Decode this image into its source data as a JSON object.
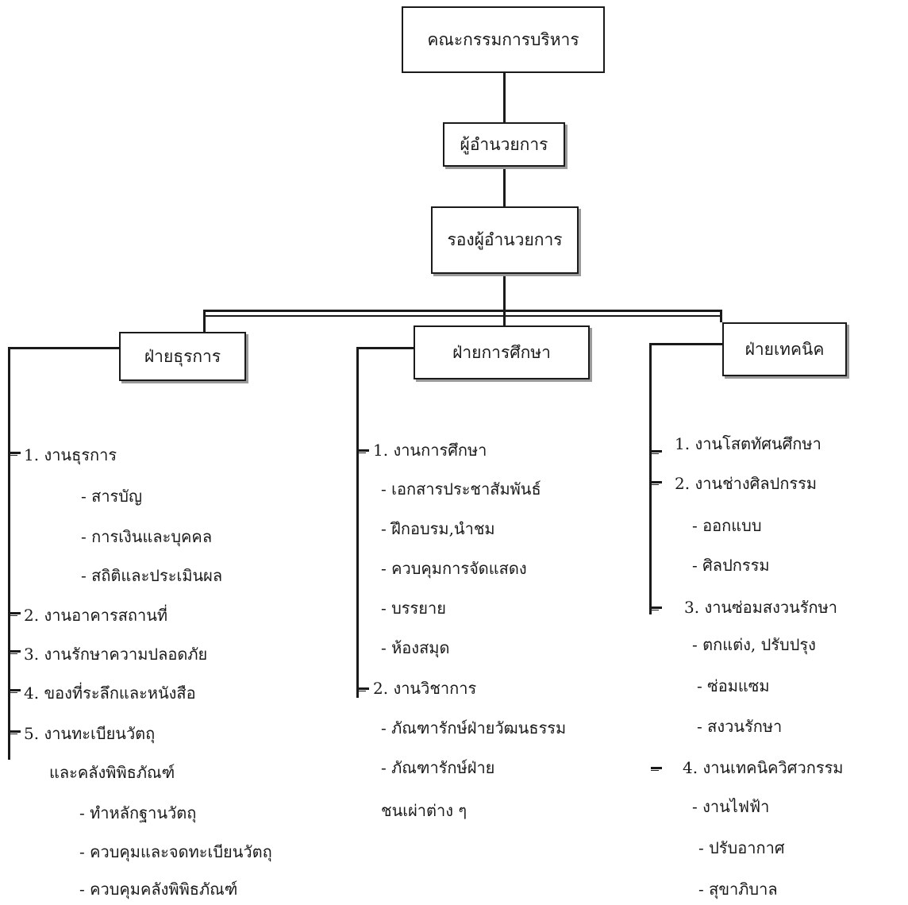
{
  "chart": {
    "top": "คณะกรรมการบริหาร",
    "director": "ผู้อำนวยการ",
    "deputy": "รองผู้อำนวยการ"
  },
  "divisions": {
    "business": {
      "title": "ฝ่ายธุรการ",
      "items": [
        "1. งานธุรการ",
        "- สารบัญ",
        "- การเงินและบุคคล",
        "- สถิติและประเมินผล",
        "2. งานอาคารสถานที่",
        "3. งานรักษาความปลอดภัย",
        "4. ของที่ระลึกและหนังสือ",
        "5. งานทะเบียนวัตถุ",
        "และคลังพิพิธภัณฑ์",
        "- ทำหลักฐานวัตถุ",
        "- ควบคุมและจดทะเบียนวัตถุ",
        "- ควบคุมคลังพิพิธภัณฑ์"
      ]
    },
    "education": {
      "title": "ฝ่ายการศึกษา",
      "items": [
        "1. งานการศึกษา",
        "- เอกสารประชาสัมพันธ์",
        "- ฝึกอบรม,นำชม",
        "- ควบคุมการจัดแสดง",
        "- บรรยาย",
        "- ห้องสมุด",
        "2. งานวิชาการ",
        "- ภัณฑารักษ์ฝ่ายวัฒนธรรม",
        "- ภัณฑารักษ์ฝ่าย",
        "ชนเผ่าต่าง ๆ"
      ]
    },
    "technical": {
      "title": "ฝ่ายเทคนิค",
      "items": [
        "1. งานโสตทัศนศึกษา",
        "2. งานช่างศิลปกรรม",
        "- ออกแบบ",
        "- ศิลปกรรม",
        "3. งานซ่อมสงวนรักษา",
        "- ตกแต่ง, ปรับปรุง",
        "- ซ่อมแซม",
        "- สงวนรักษา",
        "4. งานเทคนิควิศวกรรม",
        "- งานไฟฟ้า",
        "- ปรับอากาศ",
        "- สุขาภิบาล"
      ]
    }
  }
}
